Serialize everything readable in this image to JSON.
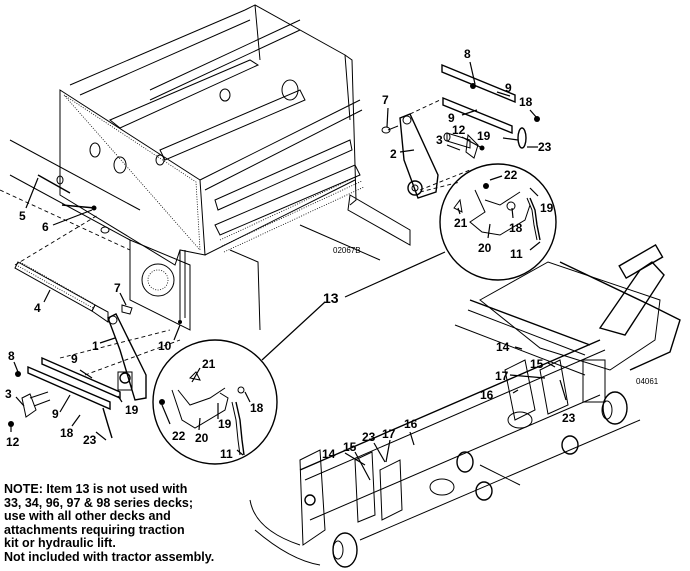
{
  "diagram": {
    "title": "Lift linkage and traction kit parts diagram",
    "figure_ids": {
      "frame": "02067B",
      "deck": "04061"
    },
    "callouts": {
      "frame_upper_right": [
        {
          "id": "c-8a",
          "label": "8"
        },
        {
          "id": "c-9a",
          "label": "9"
        },
        {
          "id": "c-9b",
          "label": "9"
        },
        {
          "id": "c-18a",
          "label": "18"
        },
        {
          "id": "c-7a",
          "label": "7"
        },
        {
          "id": "c-12a",
          "label": "12"
        },
        {
          "id": "c-19a",
          "label": "19"
        },
        {
          "id": "c-23a",
          "label": "23"
        },
        {
          "id": "c-3a",
          "label": "3"
        },
        {
          "id": "c-2",
          "label": "2"
        }
      ],
      "detail_upper": [
        {
          "id": "c-22a",
          "label": "22"
        },
        {
          "id": "c-19b",
          "label": "19"
        },
        {
          "id": "c-21a",
          "label": "21"
        },
        {
          "id": "c-18b",
          "label": "18"
        },
        {
          "id": "c-20a",
          "label": "20"
        },
        {
          "id": "c-11a",
          "label": "11"
        }
      ],
      "frame_left": [
        {
          "id": "c-5",
          "label": "5"
        },
        {
          "id": "c-6",
          "label": "6"
        },
        {
          "id": "c-4",
          "label": "4"
        },
        {
          "id": "c-7b",
          "label": "7"
        },
        {
          "id": "c-13",
          "label": "13"
        },
        {
          "id": "c-1",
          "label": "1"
        },
        {
          "id": "c-10",
          "label": "10"
        },
        {
          "id": "c-8b",
          "label": "8"
        },
        {
          "id": "c-9c",
          "label": "9"
        },
        {
          "id": "c-9d",
          "label": "9"
        },
        {
          "id": "c-3b",
          "label": "3"
        },
        {
          "id": "c-19c",
          "label": "19"
        },
        {
          "id": "c-18c",
          "label": "18"
        },
        {
          "id": "c-23b",
          "label": "23"
        },
        {
          "id": "c-12b",
          "label": "12"
        }
      ],
      "detail_lower": [
        {
          "id": "c-21b",
          "label": "21"
        },
        {
          "id": "c-18d",
          "label": "18"
        },
        {
          "id": "c-22b",
          "label": "22"
        },
        {
          "id": "c-19d",
          "label": "19"
        },
        {
          "id": "c-20b",
          "label": "20"
        },
        {
          "id": "c-11b",
          "label": "11"
        }
      ],
      "deck_upper": [
        {
          "id": "c-14a",
          "label": "14"
        },
        {
          "id": "c-15a",
          "label": "15"
        },
        {
          "id": "c-17a",
          "label": "17"
        },
        {
          "id": "c-16a",
          "label": "16"
        },
        {
          "id": "c-23c",
          "label": "23"
        }
      ],
      "deck_lower": [
        {
          "id": "c-14b",
          "label": "14"
        },
        {
          "id": "c-15b",
          "label": "15"
        },
        {
          "id": "c-23d",
          "label": "23"
        },
        {
          "id": "c-17b",
          "label": "17"
        },
        {
          "id": "c-16b",
          "label": "16"
        }
      ]
    },
    "note": {
      "lines": [
        "NOTE:  Item 13 is not used with",
        "33, 34, 96, 97 & 98 series decks;",
        "use with all other decks and",
        "attachments requiring traction",
        "kit or hydraulic lift.",
        "Not included with tractor assembly."
      ]
    }
  }
}
